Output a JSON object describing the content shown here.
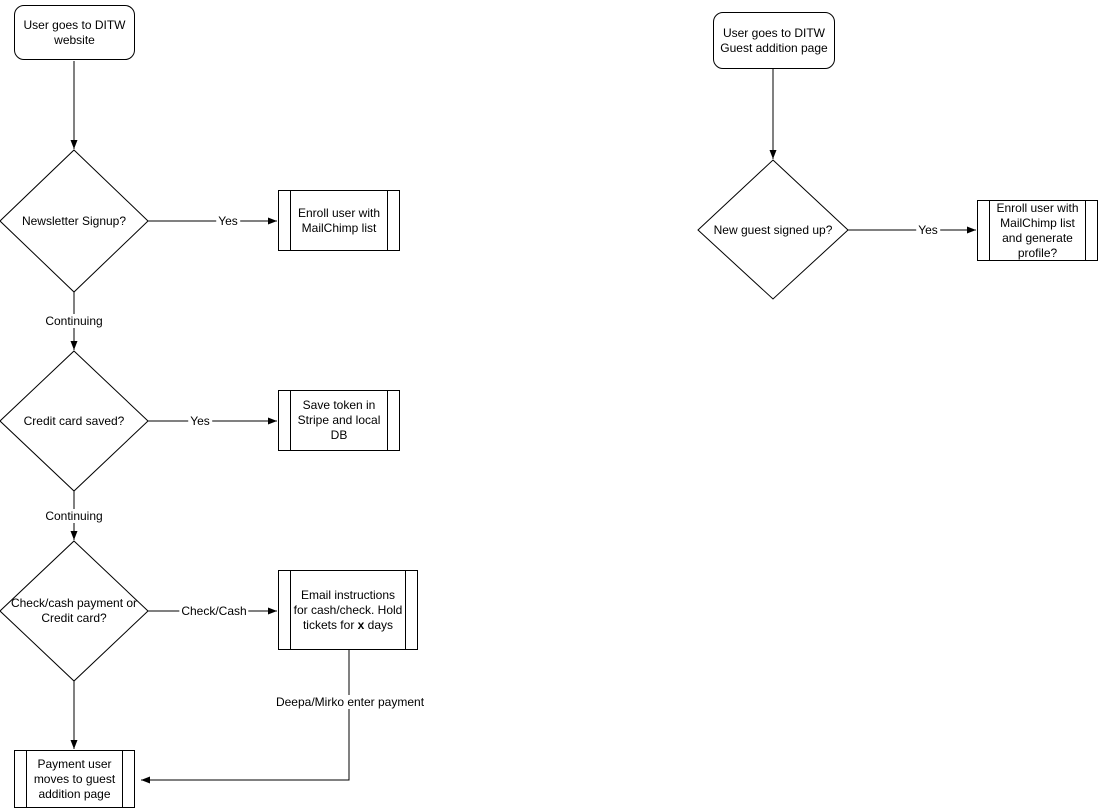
{
  "colors": {
    "stroke": "#000000",
    "shape_fill": "#ffffff",
    "text": "#000000",
    "background": "#ffffff"
  },
  "left_flow": {
    "start": {
      "label": "User goes to DITW\nwebsite"
    },
    "decision_newsletter": {
      "label": "Newsletter Signup?"
    },
    "process_enroll": {
      "label": "Enroll user with\nMailChimp list"
    },
    "edge_yes_1": "Yes",
    "edge_continuing_1": "Continuing",
    "decision_credit_card": {
      "label": "Credit card saved?"
    },
    "process_save_token": {
      "label": "Save token in\nStripe and local\nDB"
    },
    "edge_yes_2": "Yes",
    "edge_continuing_2": "Continuing",
    "decision_payment_type": {
      "label": "Check/cash payment\nor\nCredit card?"
    },
    "process_email": {
      "line1": "Email instructions",
      "line2": "for cash/check. Hold",
      "line3_pre": "tickets for ",
      "line3_bold": "x",
      "line3_post": " days"
    },
    "edge_check_cash": "Check/Cash",
    "edge_deepa": "Deepa/Mirko enter payment",
    "process_payment_user": {
      "label": "Payment user\nmoves to guest\naddition page"
    }
  },
  "right_flow": {
    "start": {
      "label": "User goes to DITW\nGuest addition page"
    },
    "decision_new_guest": {
      "label": "New guest signed up?"
    },
    "edge_yes": "Yes",
    "process_enroll_generate": {
      "label": "Enroll user with\nMailChimp list\nand generate\nprofile?"
    }
  }
}
